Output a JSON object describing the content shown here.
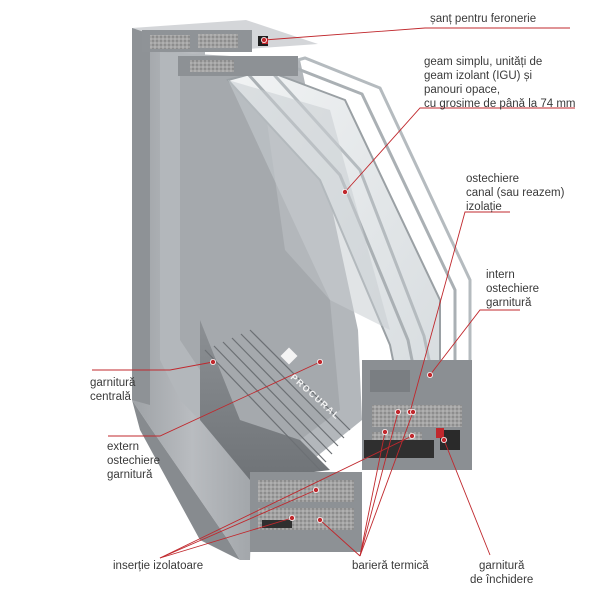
{
  "colors": {
    "leader": "#c0282d",
    "text": "#3a3a3a",
    "frame_light": "#c3c6c9",
    "frame_mid": "#a6aaae",
    "frame_dark": "#7b7f83",
    "glass": "#dfe4e6"
  },
  "watermark": "PROCURAL",
  "callouts": {
    "hardware_groove": {
      "lines": [
        "șanț pentru feronerie"
      ]
    },
    "glazing": {
      "lines": [
        "geam simplu, unități de",
        "geam izolant (IGU) și",
        "panouri opace,",
        "cu grosime de până la 74 mm"
      ]
    },
    "bead_channel": {
      "lines": [
        "ostechiere",
        "canal (sau reazem)",
        "izolație"
      ]
    },
    "inner_gasket": {
      "lines": [
        "intern",
        "ostechiere",
        "garnitură"
      ]
    },
    "center_gasket": {
      "lines": [
        "garnitură",
        "centrală"
      ]
    },
    "outer_gasket": {
      "lines": [
        "extern",
        "ostechiere",
        "garnitură"
      ]
    },
    "insulating_inserts": {
      "lines": [
        "inserție izolatoare"
      ]
    },
    "thermal_break": {
      "lines": [
        "barieră termică"
      ]
    },
    "closing_gasket": {
      "lines": [
        "garnitură",
        "de închidere"
      ]
    }
  }
}
